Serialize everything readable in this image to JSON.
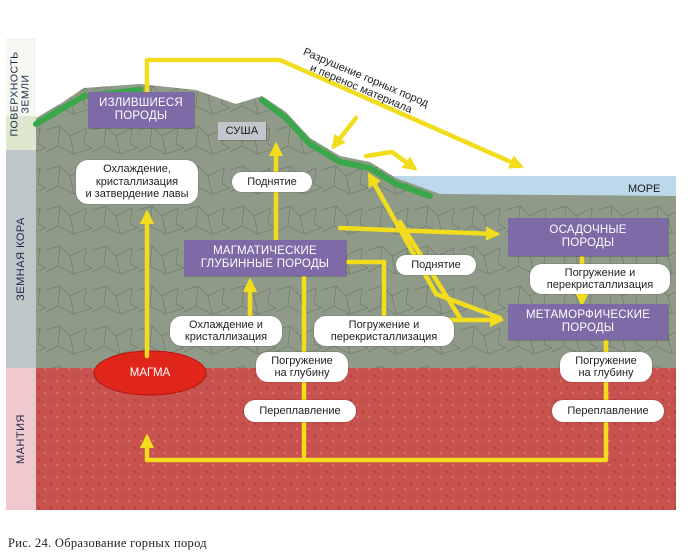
{
  "side_labels": {
    "surface": "ПОВЕРХНОСТЬ\nЗЕМЛИ",
    "crust": "ЗЕМНАЯ КОРА",
    "mantle": "МАНТИЯ"
  },
  "boxes": {
    "extrusive": "ИЗЛИВШИЕСЯ\nПОРОДЫ",
    "igneous_deep": "МАГМАТИЧЕСКИЕ\nГЛУБИННЫЕ ПОРОДЫ",
    "sedimentary": "ОСАДОЧНЫЕ\nПОРОДЫ",
    "metamorphic": "МЕТАМОРФИЧЕСКИЕ\nПОРОДЫ",
    "land": "СУША",
    "magma": "МАГМА"
  },
  "labels": {
    "sea": "МОРЕ",
    "weathering": "Разрушение горных пород\nи перенос материала",
    "cooling_lava": "Охлаждение,\nкристаллизация\nи затвердение лавы",
    "uplift_left": "Поднятие",
    "uplift_mid": "Поднятие",
    "cooling_crystal": "Охлаждение и\nкристаллизация",
    "sinking_recryst_mid": "Погружение и\nперекристаллизация",
    "sinking_recryst_right": "Погружение и\nперекристаллизация",
    "sinking_depth_mid": "Погружение\nна глубину",
    "sinking_depth_right": "Погружение\nна глубину",
    "remelting_mid": "Переплавление",
    "remelting_right": "Переплавление"
  },
  "caption": "Рис. 24. Образование горных пород",
  "colors": {
    "purple": "#7d6aa6",
    "arrow": "#f2dc1e",
    "magma": "#e0261b",
    "mantle": "#c8524e",
    "crust": "#8f9a88",
    "sea": "#bcd8ea",
    "grass": "#3aa84a"
  }
}
